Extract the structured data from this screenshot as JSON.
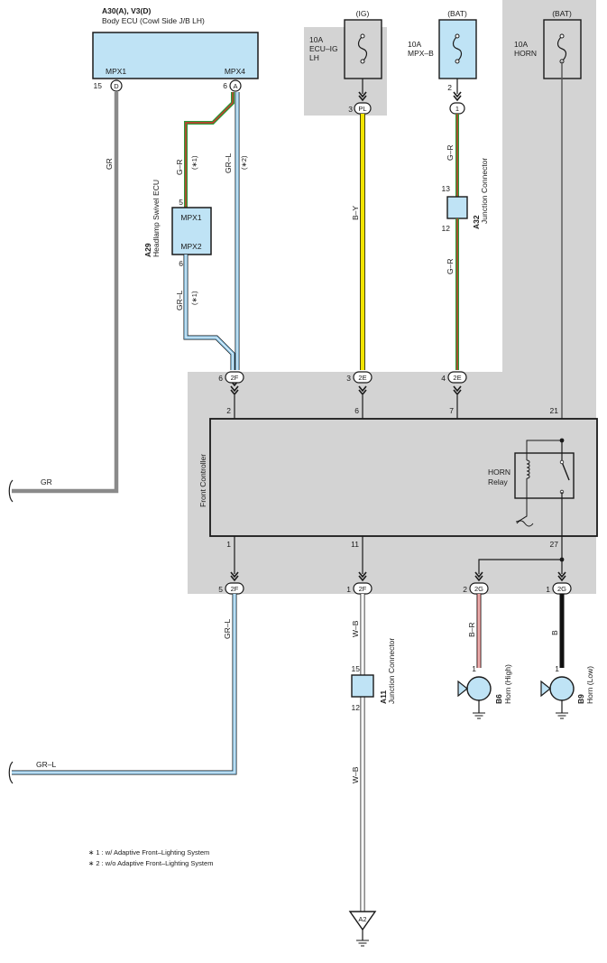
{
  "body_ecu": {
    "code": "A30(A), V3(D)",
    "name": "Body ECU (Cowl Side J/B LH)",
    "pin_left": "MPX1",
    "pin_right": "MPX4",
    "pin_left_num": "15",
    "pin_left_conn": "D",
    "pin_right_num": "6",
    "pin_right_conn": "A"
  },
  "power_sources": [
    {
      "label": "(IG)",
      "fuse_amp": "10A",
      "fuse_name_1": "ECU–IG",
      "fuse_name_2": "LH",
      "pin": "3",
      "conn": "PL"
    },
    {
      "label": "(BAT)",
      "fuse_amp": "10A",
      "fuse_name_1": "MPX–B",
      "pin": "2",
      "conn": "1"
    },
    {
      "label": "(BAT)",
      "fuse_amp": "10A",
      "fuse_name_1": "HORN"
    }
  ],
  "wires": {
    "gr": "GR",
    "gr_l": "GR–L",
    "g_r": "G–R",
    "b_y": "B–Y",
    "w_b": "W–B",
    "b_r": "B–R",
    "b": "B",
    "note1": "(∗1)",
    "note2": "(∗2)"
  },
  "headlamp_ecu": {
    "code": "A29",
    "name": "Headlamp Swivel ECU",
    "pin1": "MPX1",
    "pin2": "MPX2",
    "pin1_num": "5",
    "pin2_num": "6"
  },
  "junction_a32": {
    "code": "A32",
    "name": "Junction Connector",
    "top": "13",
    "bottom": "12"
  },
  "junction_a11": {
    "code": "A11",
    "name": "Junction Connector",
    "top": "15",
    "bottom": "12"
  },
  "front_controller": {
    "name": "Front Controller",
    "relay_1": "HORN",
    "relay_2": "Relay",
    "top_pins": [
      "2",
      "6",
      "7",
      "21"
    ],
    "bottom_pins": [
      "1",
      "11",
      "27"
    ]
  },
  "top_connectors": [
    {
      "num": "6",
      "conn": "2F"
    },
    {
      "num": "3",
      "conn": "2E"
    },
    {
      "num": "4",
      "conn": "2E"
    }
  ],
  "bottom_connectors": [
    {
      "num": "5",
      "conn": "2F"
    },
    {
      "num": "1",
      "conn": "2F"
    },
    {
      "num": "2",
      "conn": "2G"
    },
    {
      "num": "1",
      "conn": "2G"
    }
  ],
  "horns": [
    {
      "code": "B6",
      "name": "Horn (High)",
      "pin": "1"
    },
    {
      "code": "B9",
      "name": "Horn (Low)",
      "pin": "1"
    }
  ],
  "ground": {
    "code": "A2"
  },
  "notes": [
    "∗ 1 : w/ Adaptive Front–Lighting System",
    "∗ 2 : w/o Adaptive Front–Lighting System"
  ],
  "colors": {
    "shade": "#d3d3d3",
    "component": "#bfe3f5",
    "gray_wire": "#8a8a8a",
    "yellow": "#f2e400",
    "green": "#2a9a3a",
    "red": "#d9302a",
    "blue": "#8fc8ea",
    "pink": "#e38a8a",
    "black": "#111111"
  }
}
